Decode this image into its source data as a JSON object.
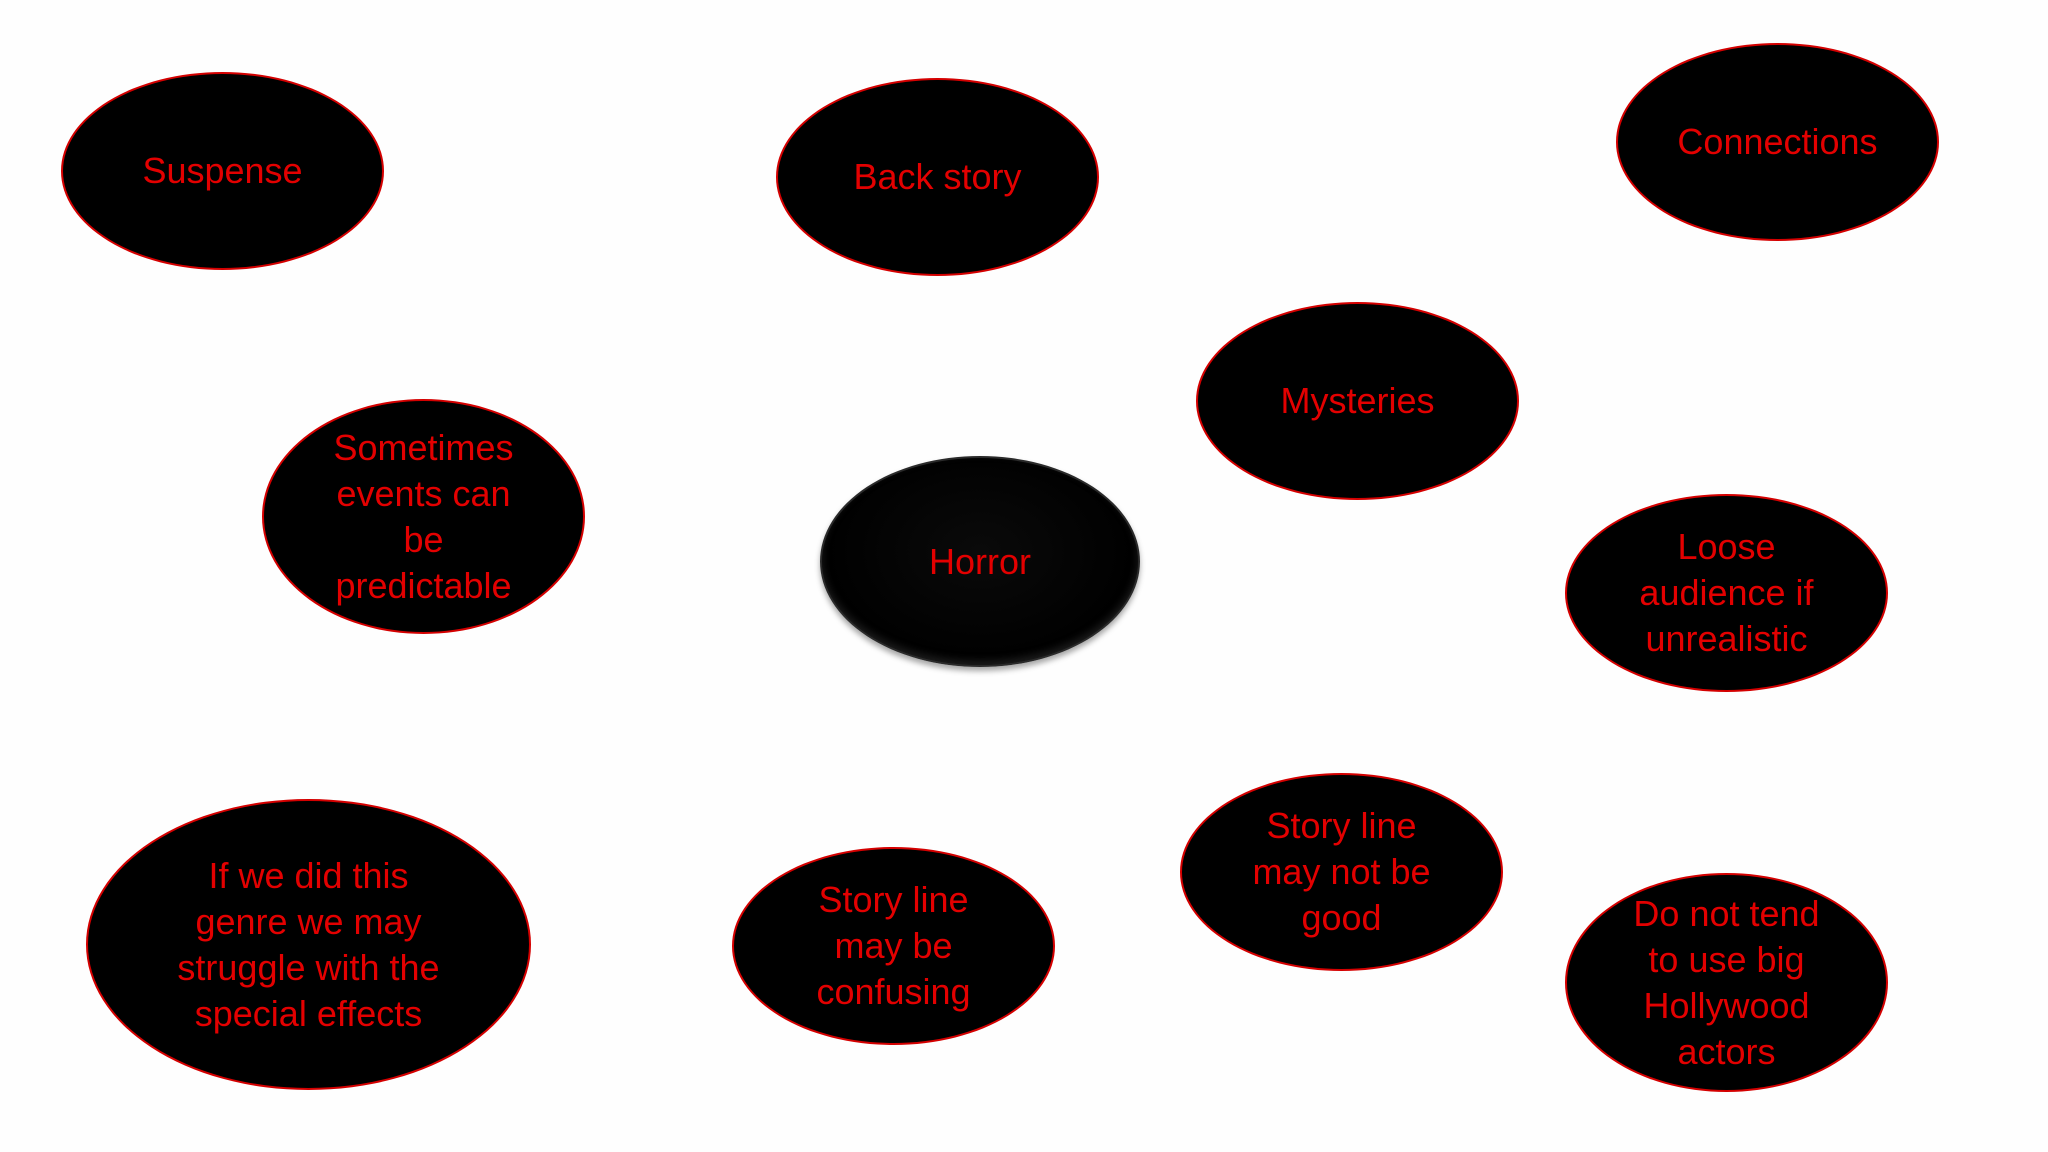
{
  "diagram": {
    "center": "Horror",
    "nodes": {
      "suspense": "Suspense",
      "back_story": "Back story",
      "connections": "Connections",
      "mysteries": "Mysteries",
      "predictable": "Sometimes\nevents can\nbe\npredictable",
      "loose_audience": "Loose\naudience if\nunrealistic",
      "special_effects": "If we did this\ngenre we may\nstruggle with the\nspecial effects",
      "confusing": "Story line\nmay be\nconfusing",
      "not_good": "Story line\nmay not be\ngood",
      "hollywood": "Do not tend\nto use big\nHollywood\nactors"
    }
  },
  "colors": {
    "bubble_fill": "#000000",
    "bubble_border": "#d40000",
    "text": "#e30000",
    "background": "#fefefe"
  }
}
